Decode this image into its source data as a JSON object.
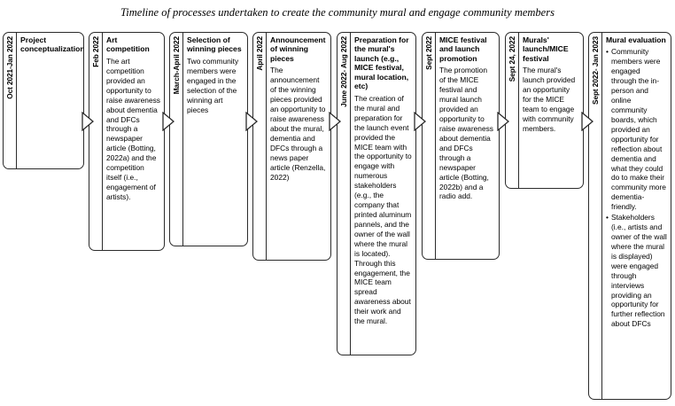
{
  "figure": {
    "title": "Timeline of processes undertaken to create the community mural and engage community members"
  },
  "stages": [
    {
      "id": "project-conceptualization",
      "date": "Oct 2021-Jan 2022",
      "title": "Project conceptualization",
      "body": "",
      "bullets": []
    },
    {
      "id": "art-competition",
      "date": "Feb 2022",
      "title": "Art competition",
      "body": "The art competition provided an opportunity to raise awareness about dementia and DFCs through a newspaper article (Botting, 2022a) and the competition itself (i.e., engagement of artists).",
      "bullets": []
    },
    {
      "id": "selection-of-winning-pieces",
      "date": "March-April 2022",
      "title": "Selection of winning pieces",
      "body": "Two community members were engaged in the selection of the winning art pieces",
      "bullets": []
    },
    {
      "id": "announcement-of-winning-pieces",
      "date": "April 2022",
      "title": "Announcement of winning pieces",
      "body": "The announcement of the winning pieces provided an opportunity to raise awareness about the mural, dementia and DFCs through a news paper article (Renzella, 2022)",
      "bullets": []
    },
    {
      "id": "preparation-for-mural-launch",
      "date": "June 2022- Aug 2022",
      "title": "Preparation for the mural's launch (e.g., MICE festival, mural location, etc)",
      "body": "The creation of the mural and preparation for the launch event provided the MICE team with the opportunity to engage with numerous stakeholders (e.g., the company that printed aluminum pannels, and the owner of the wall where the mural is located). Through this engagement, the MICE team spread awareness about their work and the mural.",
      "bullets": []
    },
    {
      "id": "mice-festival-and-launch-promotion",
      "date": "Sept 2022",
      "title": "MICE festival and launch promotion",
      "body": "The promotion of the MICE festival and mural launch provided an opportunity to raise awareness about dementia and DFCs through a newspaper article (Botting, 2022b) and a radio add.",
      "bullets": []
    },
    {
      "id": "murals-launch-mice-festival",
      "date": "Sept 24, 2022",
      "title": "Murals' launch/MICE festival",
      "body": "The mural's launch provided an opportunity for the MICE team to engage with community members.",
      "bullets": []
    },
    {
      "id": "mural-evaluation",
      "date": "Sept 2022- Jan 2023",
      "title": "Mural evaluation",
      "body": "",
      "bullets": [
        "Community members were engaged through the in-person and online community boards, which provided an opportunity for reflection about dementia and what they could do to make their community more dementia-friendly.",
        "Stakeholders (i.e., artists and owner of the wall where the mural is displayed) were engaged through interviews providing an opportunity for further reflection about DFCs"
      ]
    }
  ],
  "arrows": {
    "count": 7,
    "glyph": "arrow-right-outline"
  },
  "colors": {
    "border": "#2b2b2b",
    "text": "#000000",
    "background": "#ffffff"
  }
}
